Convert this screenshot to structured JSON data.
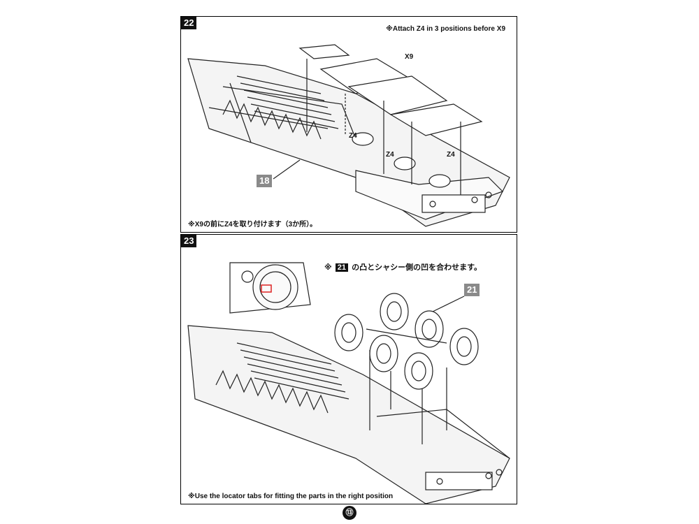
{
  "steps": [
    {
      "number": "22",
      "note_top": "※Attach Z4 in 3 positions before X9",
      "note_bottom": "※X9の前にZ4を取り付けます（3か所）。",
      "labels": {
        "x9": "X9",
        "z4_a": "Z4",
        "z4_b": "Z4",
        "z4_c": "Z4"
      },
      "part_tag": "18"
    },
    {
      "number": "23",
      "note_jp_prefix": "※",
      "note_jp_badge": "21",
      "note_jp_suffix": "の凸とシャシー側の凹を合わせます。",
      "part_tag": "21",
      "note_bottom": "※Use the locator tabs for fitting the parts in the right position"
    }
  ],
  "page_number": "⑬"
}
